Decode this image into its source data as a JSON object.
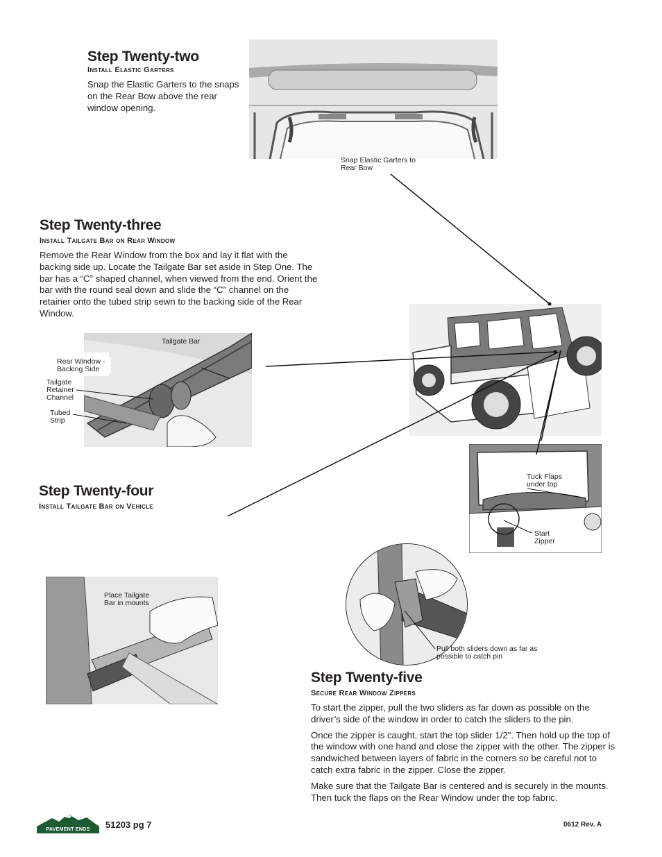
{
  "step22": {
    "title": "Step Twenty-two",
    "subtitle": "Install Elastic Garters",
    "body": "Snap the Elastic Garters to the snaps on the Rear Bow above the rear window opening.",
    "caption": "Snap Elastic Garters to Rear Bow"
  },
  "step23": {
    "title": "Step Twenty-three",
    "subtitle": "Install Tailgate Bar on Rear Window",
    "body": "Remove the Rear Window from the box and lay it flat with the backing side up. Locate the Tailgate Bar set aside in Step One. The bar has a “C” shaped channel, when viewed from the end. Orient the bar with the round seal down and slide the “C” channel on the retainer onto the tubed strip sewn to the backing side of the Rear Window.",
    "labels": {
      "tailgate_bar": "Tailgate Bar",
      "backing_side": "Rear Window - Backing Side",
      "retainer_channel": "Tailgate Retainer Channel",
      "tubed_strip": "Tubed Strip"
    }
  },
  "step24": {
    "title": "Step Twenty-four",
    "subtitle": "Install Tailgate Bar on Vehicle",
    "caption": "Place Tailgate Bar in mounts"
  },
  "step25": {
    "title": "Step Twenty-five",
    "subtitle": "Secure Rear Window Zippers",
    "paragraphs": [
      "To start the zipper, pull the two sliders as far down as possible on the driver’s side of the window in order to catch the sliders to the pin.",
      "Once the zipper is caught, start the top slider 1/2\". Then hold up the top of the window with one hand and close the zipper with the other. The zipper is sandwiched between layers of fabric in the corners so be careful not to catch extra fabric in the zipper. Close the zipper.",
      "Make sure that the Tailgate Bar is centered and is securely in the mounts. Then tuck the flaps on the Rear Window under the  top fabric."
    ],
    "labels": {
      "tuck_flaps": "Tuck Flaps under top",
      "start_zipper": "Start Zipper",
      "pull_sliders": "Pull both sliders down as far as possible to catch pin"
    }
  },
  "footer": {
    "logo_text": "PAVEMENT ENDS",
    "page_code": "51203  pg 7",
    "revision": "0612  Rev. A"
  },
  "colors": {
    "text": "#231f20",
    "photo_bg": "#e6e6e6",
    "logo_green": "#1e5a32"
  }
}
